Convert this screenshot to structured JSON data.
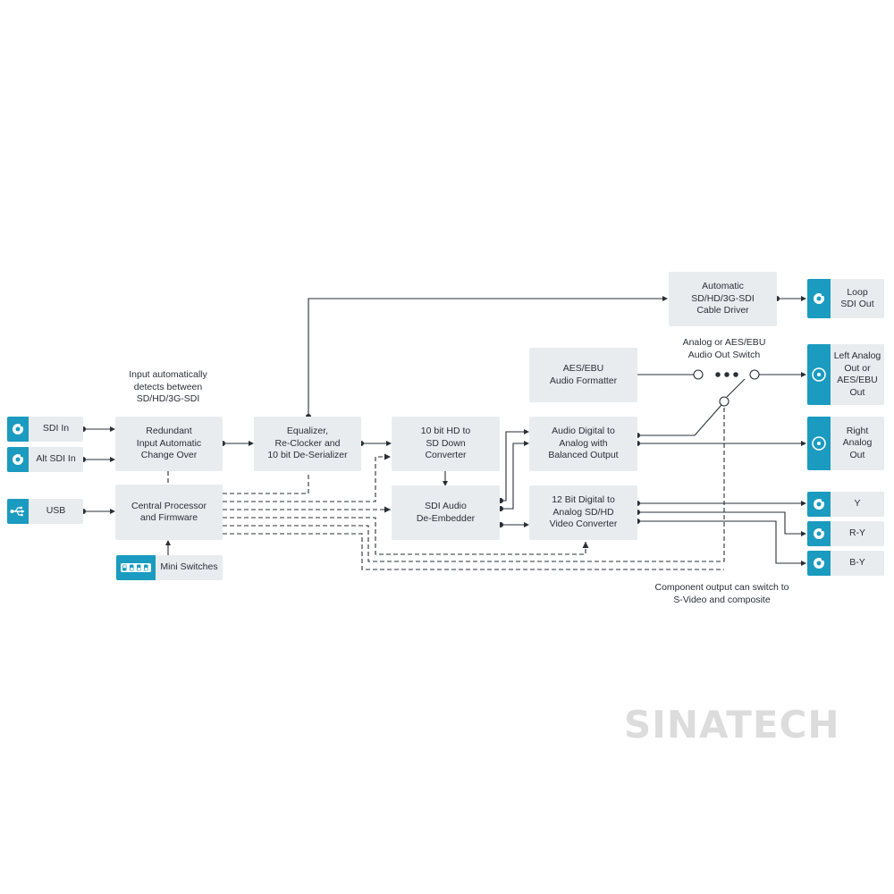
{
  "colors": {
    "accent": "#1a9bbf",
    "box_fill": "#e9ecef",
    "line": "#2a2f36",
    "watermark": "#dcdcdc"
  },
  "notes": {
    "input_detect": "Input automatically\ndetects between\nSD/HD/3G-SDI",
    "switch": "Analog or AES/EBU\nAudio Out Switch",
    "component": "Component output can switch to\nS-Video and composite"
  },
  "inputs": [
    {
      "label": "SDI In",
      "icon": "bnc-connector-icon"
    },
    {
      "label": "Alt SDI In",
      "icon": "bnc-connector-icon"
    },
    {
      "label": "USB",
      "icon": "usb-icon"
    },
    {
      "label": "Mini Switches",
      "icon": "dip-switch-icon"
    }
  ],
  "blocks": {
    "redundant": "Redundant\nInput Automatic\nChange Over",
    "processor": "Central Processor\nand Firmware",
    "equalizer": "Equalizer,\nRe-Clocker and\n10 bit De-Serializer",
    "downconv": "10 bit HD to\nSD Down\nConverter",
    "deembed": "SDI Audio\nDe-Embedder",
    "cable_driver": "Automatic\nSD/HD/3G-SDI\nCable Driver",
    "aes_formatter": "AES/EBU\nAudio Formatter",
    "audio_dac": "Audio Digital to\nAnalog with\nBalanced Output",
    "video_dac": "12 Bit Digital to\nAnalog SD/HD\nVideo Converter"
  },
  "outputs": [
    {
      "label": "Loop\nSDI Out",
      "icon": "bnc-connector-icon"
    },
    {
      "label": "Left Analog\nOut or\nAES/EBU\nOut",
      "icon": "xlr-connector-icon"
    },
    {
      "label": "Right\nAnalog\nOut",
      "icon": "xlr-connector-icon"
    },
    {
      "label": "Y",
      "icon": "bnc-connector-icon"
    },
    {
      "label": "R-Y",
      "icon": "bnc-connector-icon"
    },
    {
      "label": "B-Y",
      "icon": "bnc-connector-icon"
    }
  ],
  "watermark": "SINATECH"
}
